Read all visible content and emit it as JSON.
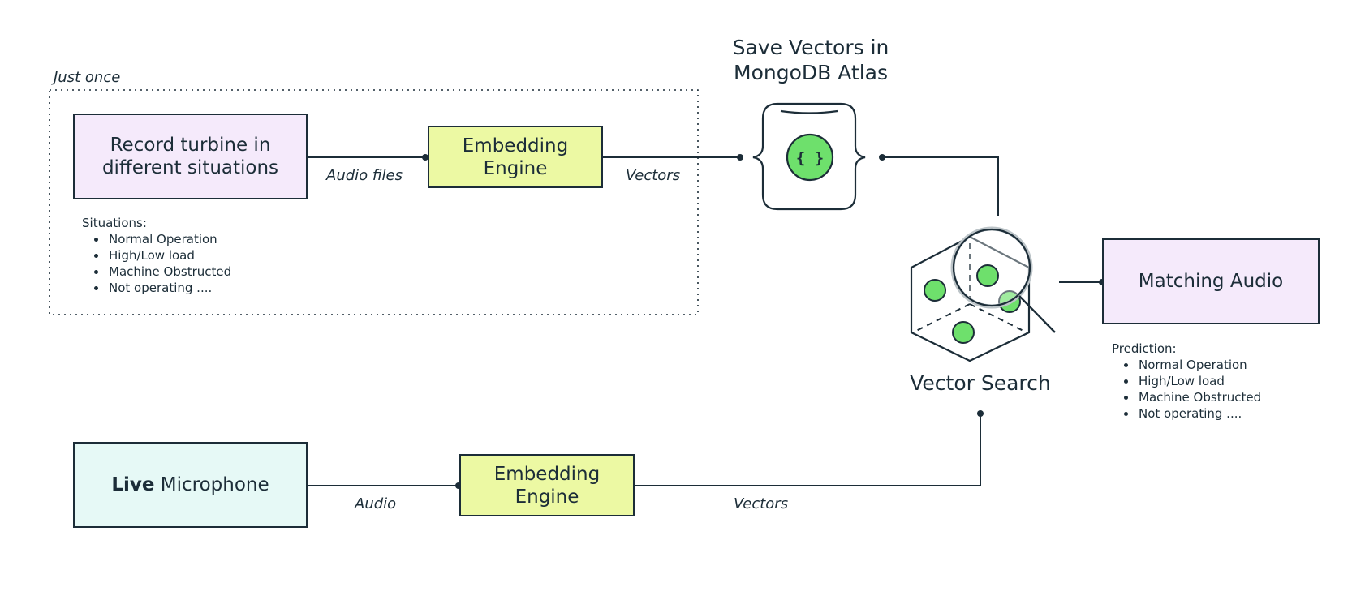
{
  "labels": {
    "just_once": "Just once",
    "save_vectors_title": "Save Vectors in\nMongoDB Atlas",
    "vector_search": "Vector Search",
    "audio_files": "Audio files",
    "vectors_top": "Vectors",
    "audio": "Audio",
    "vectors_bottom": "Vectors",
    "db_glyph": "{ }"
  },
  "boxes": {
    "record": "Record turbine in\ndifferent situations",
    "embed_top": "Embedding\nEngine",
    "embed_bottom": "Embedding\nEngine",
    "live_bold": "Live",
    "live_rest": " Microphone",
    "matching": "Matching Audio"
  },
  "situations": {
    "title": "Situations:",
    "items": [
      "Normal Operation",
      "High/Low load",
      "Machine Obstructed",
      "Not operating ...."
    ]
  },
  "prediction": {
    "title": "Prediction:",
    "items": [
      "Normal Operation",
      "High/Low load",
      "Machine Obstructed",
      "Not operating ...."
    ]
  },
  "colors": {
    "stroke": "#1c2d38",
    "lilac": "#f5eafb",
    "lime": "#ecf9a3",
    "mint": "#e6f9f6",
    "green": "#6ee06c"
  }
}
